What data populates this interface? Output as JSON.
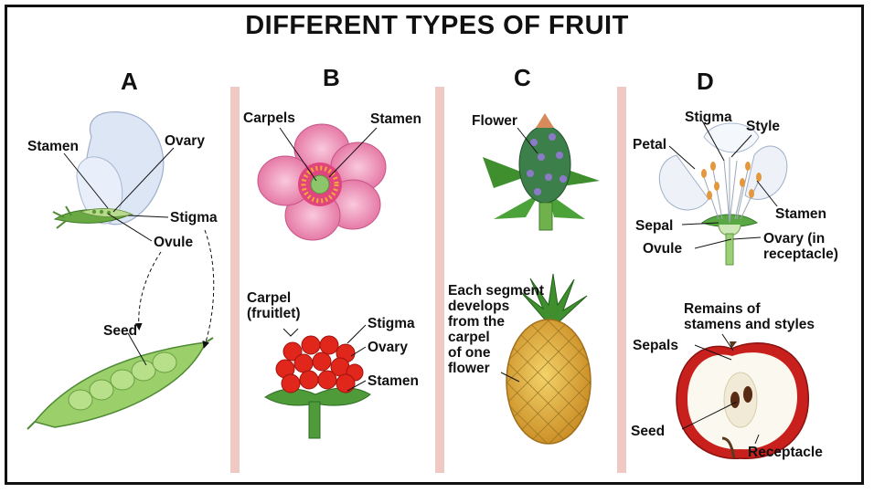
{
  "title": "DIFFERENT TYPES OF FRUIT",
  "panels": {
    "A": {
      "letter": "A",
      "labels": {
        "stamen": "Stamen",
        "ovary": "Ovary",
        "stigma": "Stigma",
        "ovule": "Ovule",
        "seed": "Seed"
      },
      "colors": {
        "petal": "#dde6f5",
        "pod": "#9bcf6a"
      }
    },
    "B": {
      "letter": "B",
      "labels": {
        "carpels": "Carpels",
        "stamen": "Stamen",
        "carpel_fruitlet": "Carpel\n(fruitlet)",
        "stigma": "Stigma",
        "ovary": "Ovary",
        "stamen2": "Stamen"
      },
      "colors": {
        "petal": "#ec8fb4",
        "berry": "#e1261c"
      }
    },
    "C": {
      "letter": "C",
      "labels": {
        "flower": "Flower",
        "segment_note": "Each segment\ndevelops\nfrom the\ncarpel\nof one\nflower"
      },
      "colors": {
        "pineapple": "#e6b640",
        "leaves": "#3f8f2e"
      }
    },
    "D": {
      "letter": "D",
      "labels": {
        "stigma": "Stigma",
        "style": "Style",
        "petal": "Petal",
        "stamen": "Stamen",
        "sepal": "Sepal",
        "ovule": "Ovule",
        "ovary": "Ovary (in\nreceptacle)",
        "remains": "Remains of\nstamens and styles",
        "sepals": "Sepals",
        "seed": "Seed",
        "receptacle": "Receptacle"
      },
      "colors": {
        "apple_skin": "#c8201c",
        "apple_flesh": "#fbf8ef"
      }
    }
  }
}
